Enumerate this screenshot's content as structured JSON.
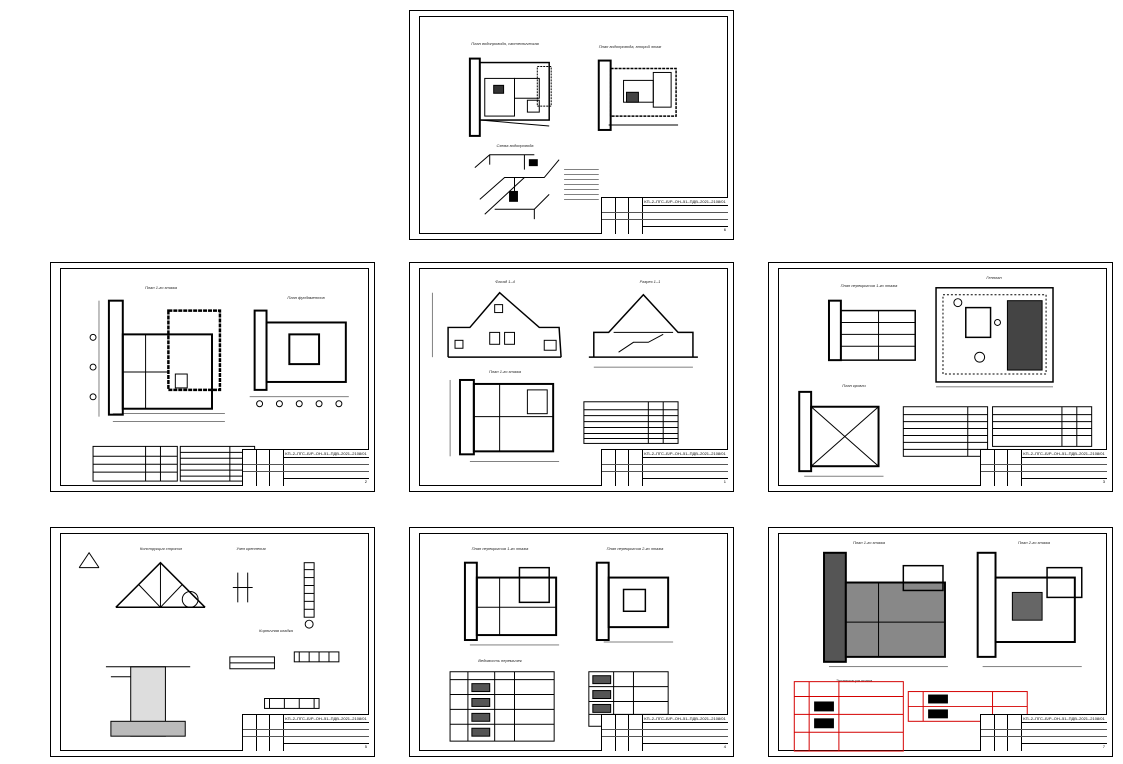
{
  "title_block_code": "КП–2–ПГС–Б/Р–ОН–51–ПДВ–2021–2108/01",
  "sheets": [
    {
      "id": "water-supply",
      "labels": [
        "План водопровода, сантехническая",
        "План водопровода, второй этаж",
        "Схема водопровода"
      ],
      "sheet_no": "6"
    },
    {
      "id": "first-floor-plan",
      "labels": [
        "План 1-го этажа",
        "План фундаментов"
      ],
      "sheet_no": "2"
    },
    {
      "id": "facades-sections",
      "labels": [
        "Фасад 1–4",
        "Разрез 1–1",
        "План 1-го этажа"
      ],
      "sheet_no": "1"
    },
    {
      "id": "site-plan",
      "labels": [
        "План перекрытия 1-го этажа",
        "Генплан",
        "План кровли"
      ],
      "sheet_no": "3"
    },
    {
      "id": "details",
      "labels": [
        "Конструкция стропил",
        "Узел крепления",
        "Кирпичная кладка"
      ],
      "sheet_no": "5"
    },
    {
      "id": "slab-plans",
      "labels": [
        "План перекрытия 1-го этажа",
        "План перекрытия 2-го этажа",
        "Ведомость перемычек"
      ],
      "sheet_no": "4"
    },
    {
      "id": "floor-plans-hatched",
      "labels": [
        "План 1-го этажа",
        "План 2-го этажа",
        "Экспликация полов"
      ],
      "sheet_no": "7"
    }
  ],
  "accent_color": "#d40000"
}
